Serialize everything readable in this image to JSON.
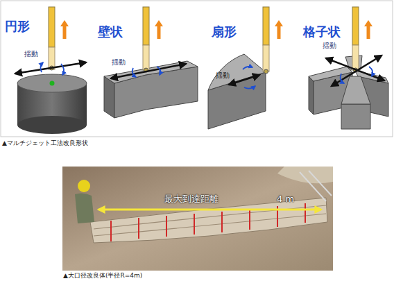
{
  "diagram": {
    "labels": [
      "円形",
      "揺動",
      "壁状",
      "揺動",
      "扇形",
      "揺動",
      "格子状",
      "揺動",
      "▲マルチジェット工法改良形状",
      "最大到達距離",
      "4 m",
      "▲大口径改良体(半径R=4m)"
    ]
  }
}
